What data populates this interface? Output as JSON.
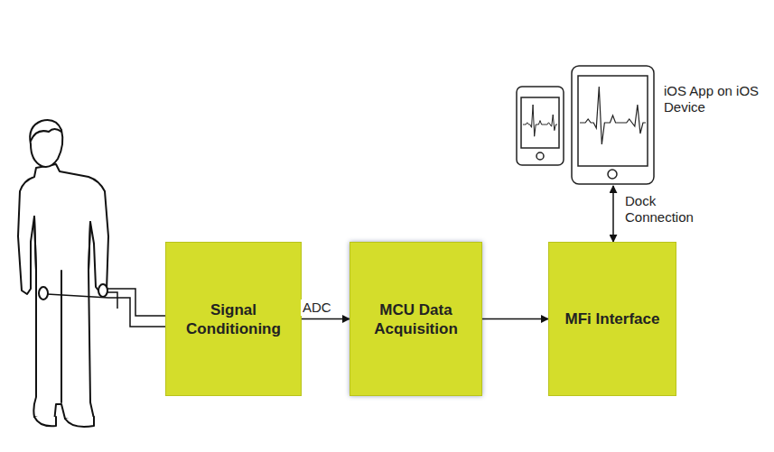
{
  "diagram": {
    "nodes": [
      {
        "text": [
          "Signal Conditioning"
        ]
      },
      {
        "text": [
          "MCU Data Acquisition"
        ]
      },
      {
        "text": [
          "MFi Interface"
        ]
      },
      {
        "text": [
          "iOS App on iOS Device"
        ]
      }
    ],
    "edges": [
      {
        "from": 0,
        "to": 1,
        "label": "ADC",
        "arrow": "to"
      },
      {
        "from": 1,
        "to": 2,
        "arrow": "to"
      },
      {
        "from": 2,
        "to": 3,
        "label": "Dock Connection",
        "arrow": "both"
      }
    ]
  }
}
